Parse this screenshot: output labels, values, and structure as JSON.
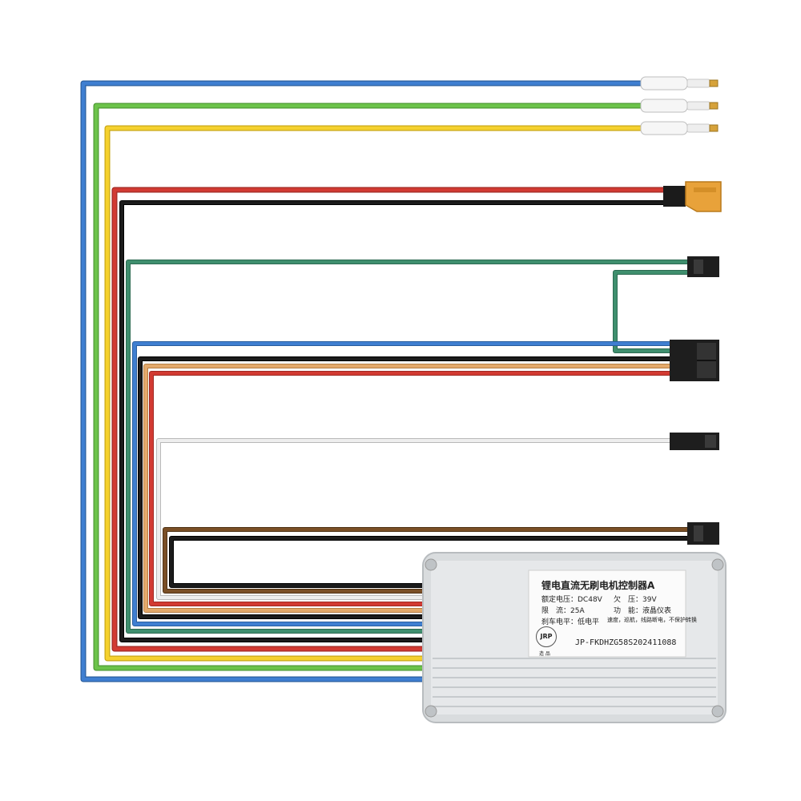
{
  "product": {
    "label_title": "锂电直流无刷电机控制器A",
    "rated_voltage": "额定电压：DC48V",
    "undervoltage": "欠　压：39V",
    "current_limit": "限　流：25A",
    "function": "功　能：液晶仪表",
    "brake_level": "刹车电平：低电平",
    "brake_extra": "速度，巡航，线路断电，不保护转换",
    "serial": "JP-FKDHZG58S202411088",
    "logo_text": "JRP",
    "logo_sub": "造 品"
  },
  "colors": {
    "blue": "#3f7fd1",
    "green": "#6cc34a",
    "yellow": "#f5d12e",
    "red": "#d23a32",
    "black": "#1b1b1b",
    "teal": "#3f8f6e",
    "tan": "#e3a96b",
    "white_wire": "#e4e4e4",
    "brown": "#7a4f26",
    "aluminum": "#d9dcde",
    "xt_connector": "#e8a23a"
  }
}
